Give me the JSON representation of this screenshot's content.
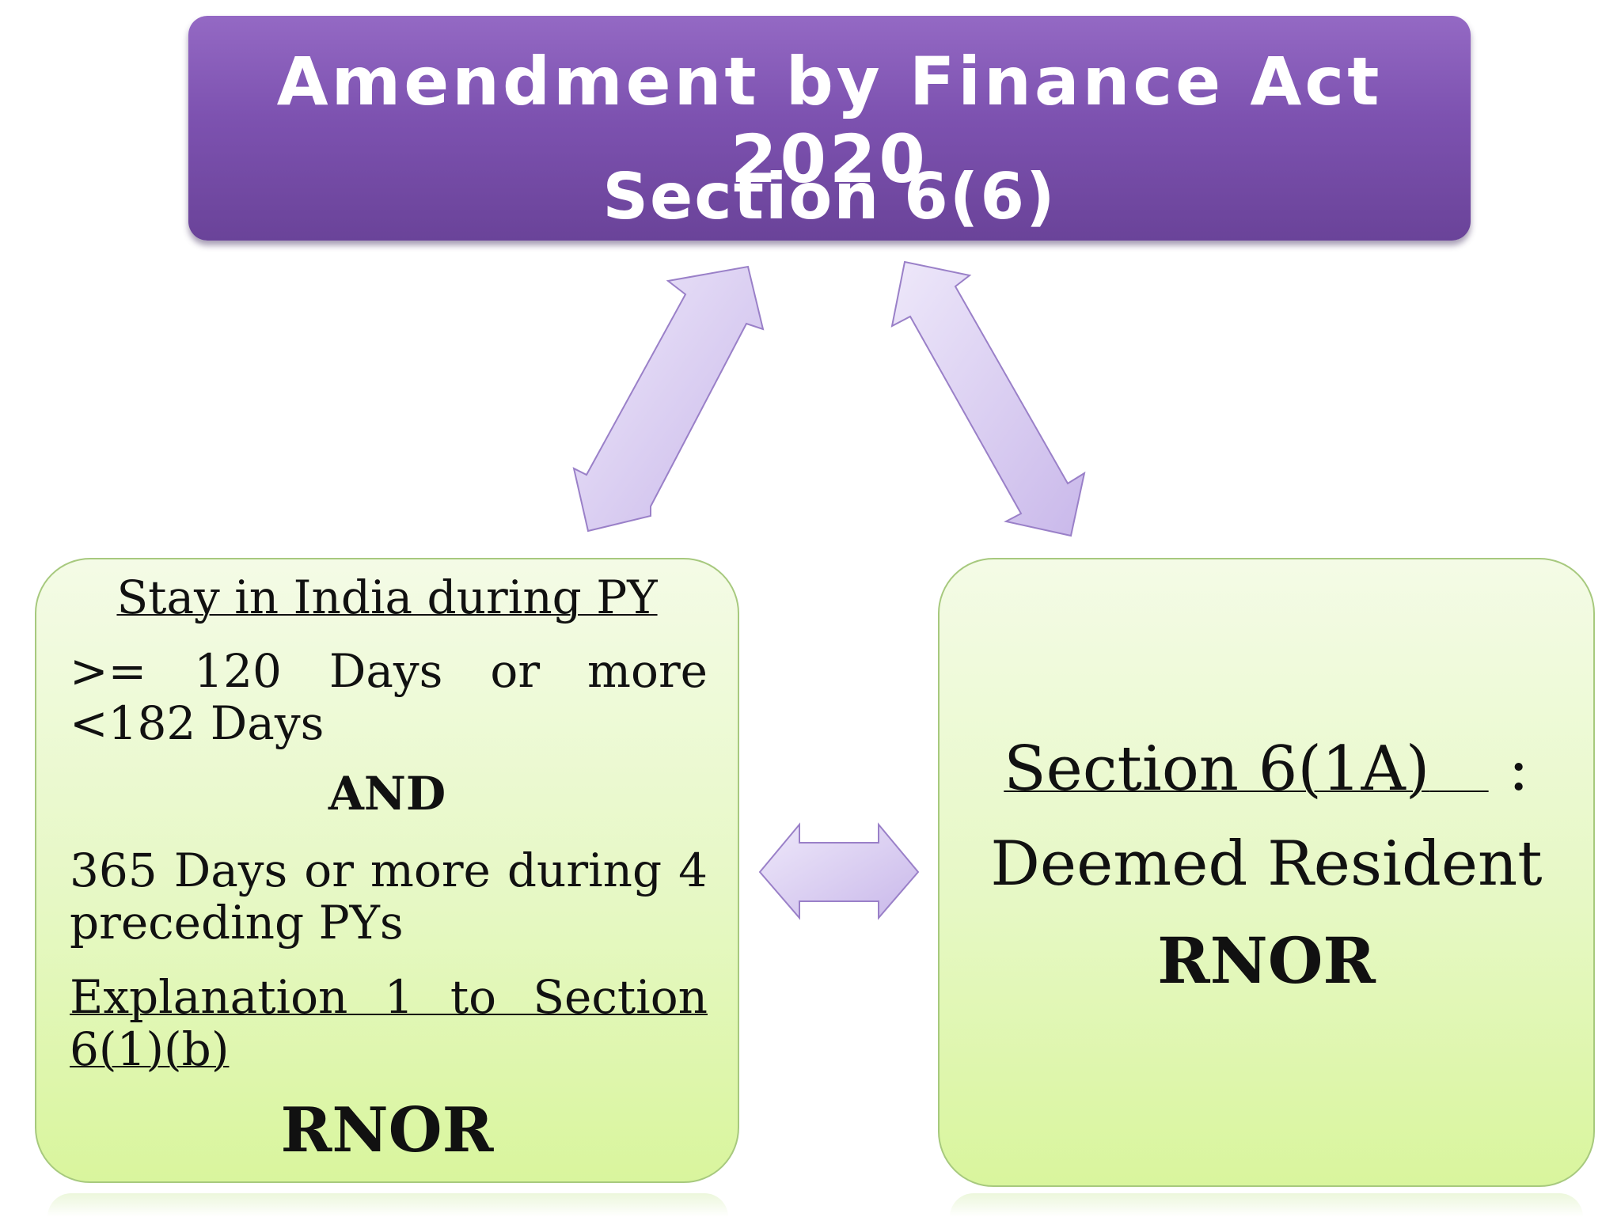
{
  "header": {
    "title_line1": "Amendment by Finance Act 2020",
    "title_line2": "Section 6(6)"
  },
  "left_box": {
    "heading": "Stay in India during PY",
    "condition1": ">= 120 Days or more <182 Days",
    "connector": "AND",
    "condition2": "365 Days or more during 4 preceding PYs",
    "reference": "Explanation 1 to Section 6(1)(b)",
    "result": "RNOR"
  },
  "right_box": {
    "section": "Section 6(1A)",
    "section_suffix": " :",
    "description": "Deemed Resident",
    "result": "RNOR"
  },
  "colors": {
    "header_fill": "#7d52b0",
    "box_fill": "#e6f8c4",
    "arrow_fill": "#d9cdf0",
    "arrow_stroke": "#9a80c8"
  }
}
